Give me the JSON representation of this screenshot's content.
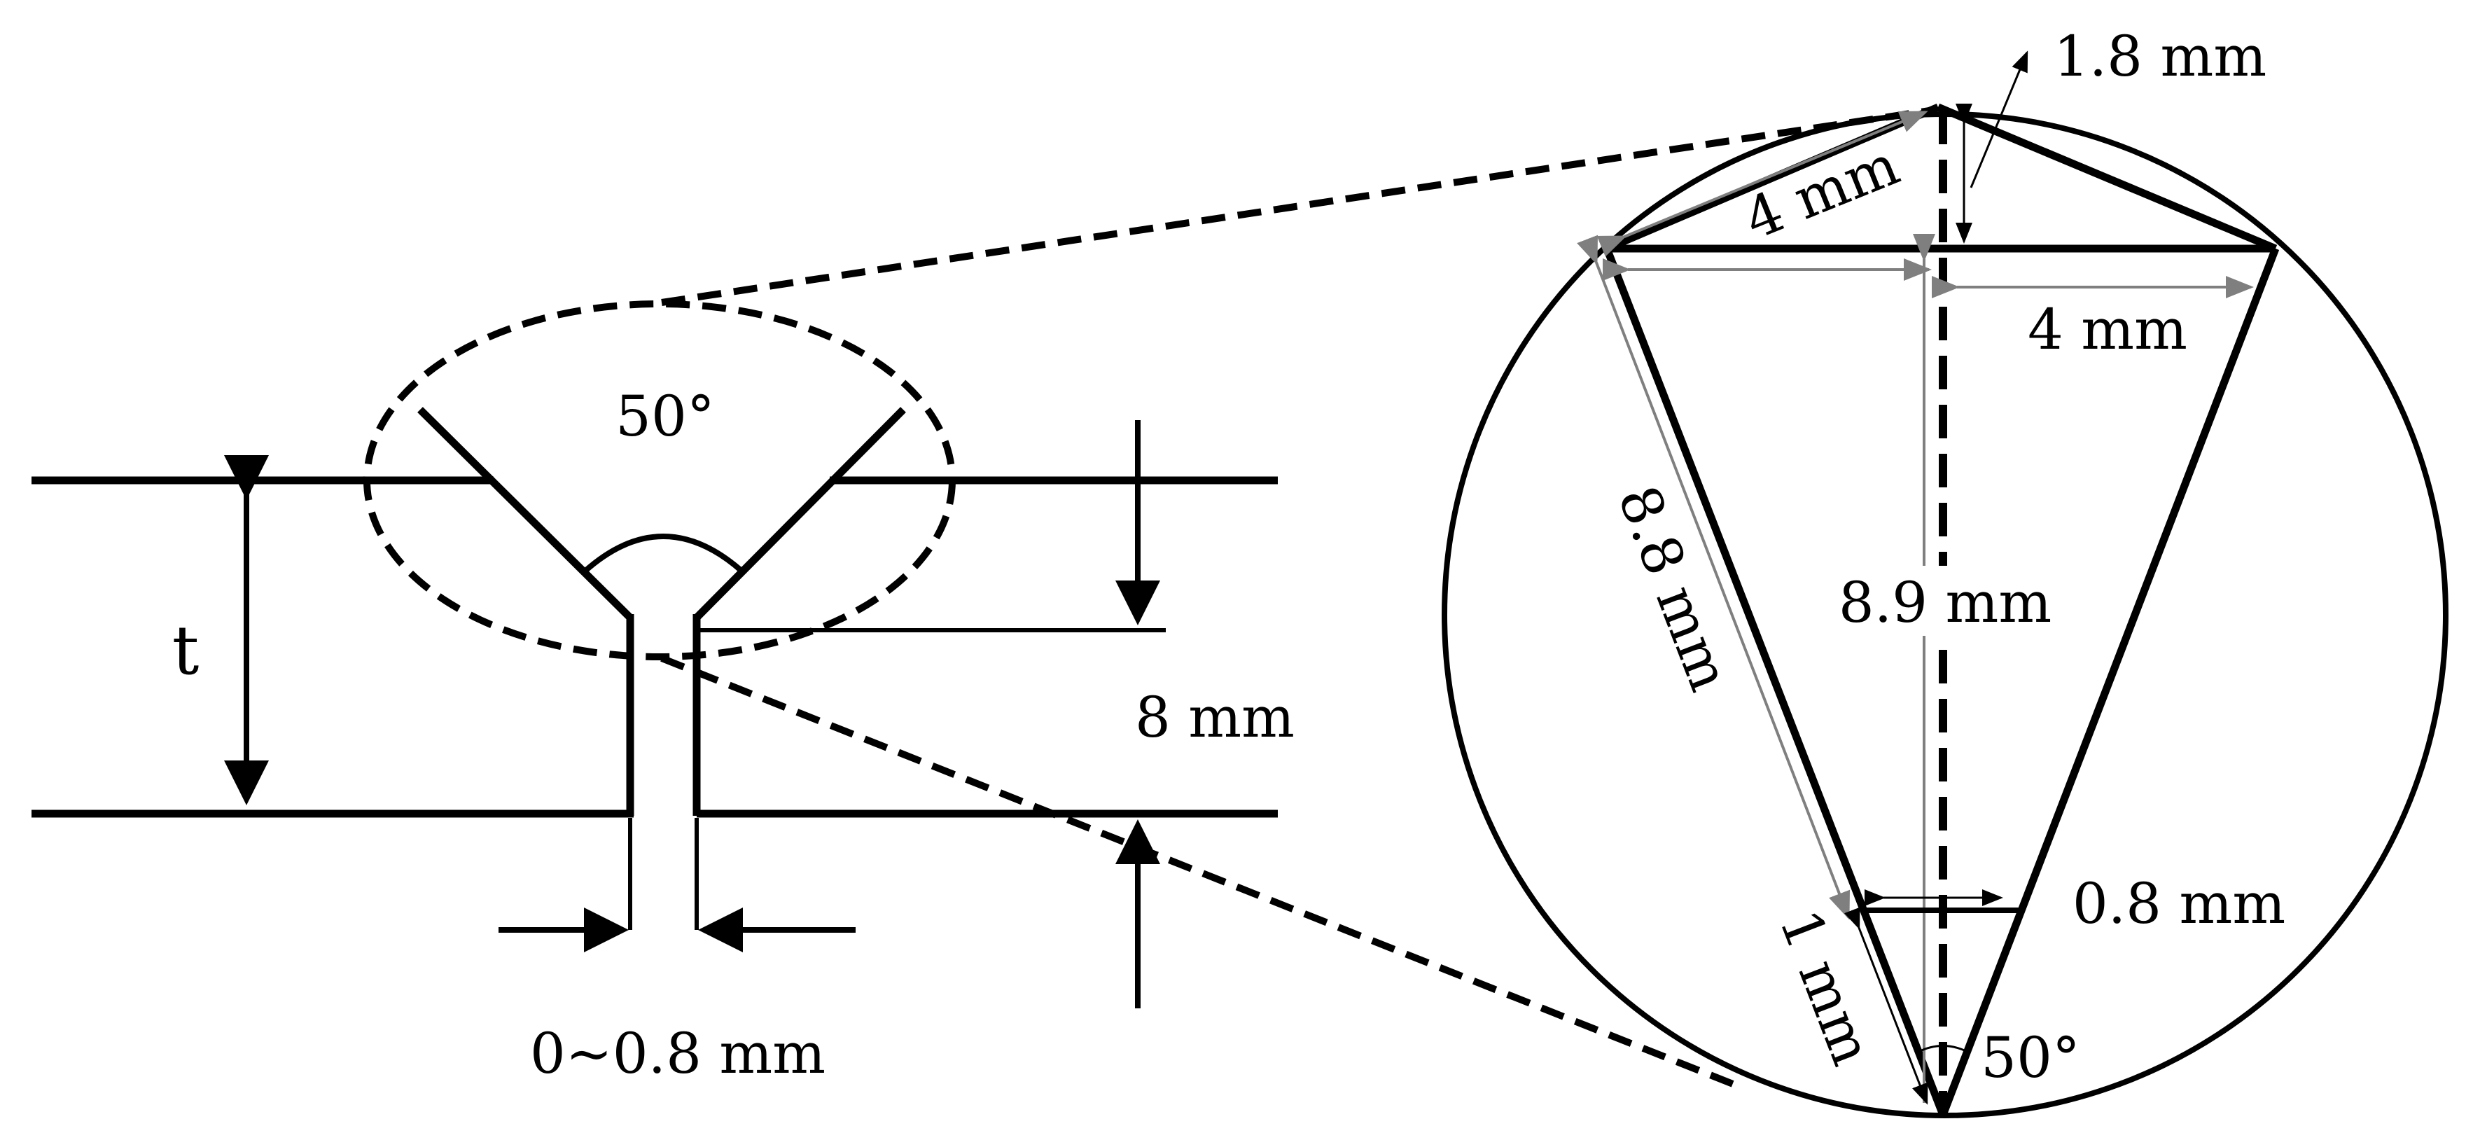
{
  "labels": {
    "thickness": "t",
    "groove_angle_left": "50°",
    "root_face_height": "8 mm",
    "root_gap": "0~0.8 mm",
    "top_offset": "1.8 mm",
    "top_edge": "4 mm",
    "half_width": "4 mm",
    "side_length": "8.8 mm",
    "depth": "8.9 mm",
    "bottom_width": "0.8 mm",
    "tip_length": "1 mm",
    "tip_angle": "50°"
  },
  "colors": {
    "line": "#000000",
    "dimension_gray": "#7f7f7f",
    "background": "#ffffff"
  }
}
